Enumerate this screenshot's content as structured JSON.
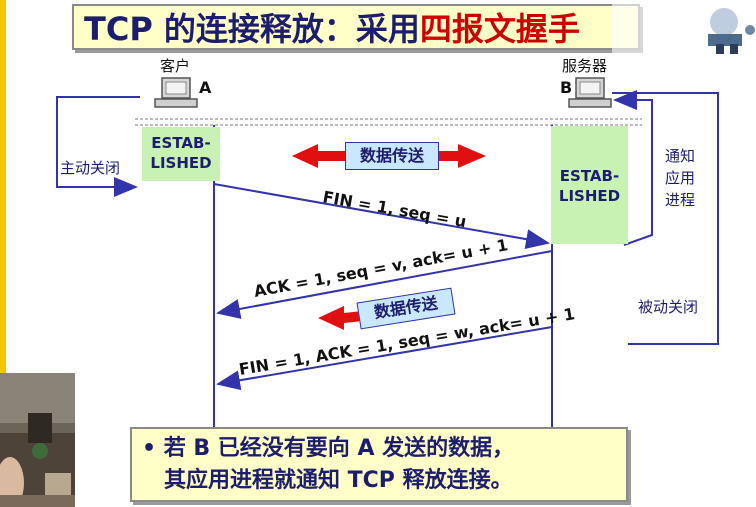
{
  "title": {
    "main": "TCP 的连接释放：采用",
    "highlight": "四报文握手"
  },
  "client": {
    "label": "客户",
    "letter": "A",
    "active_close": "主动关闭",
    "state": [
      "ESTAB-",
      "LISHED"
    ]
  },
  "server": {
    "label": "服务器",
    "letter": "B",
    "notify": [
      "通知",
      "应用",
      "进程"
    ],
    "passive_close": "被动关闭",
    "state": [
      "ESTAB-",
      "LISHED"
    ]
  },
  "data_transfer_1": "数据传送",
  "data_transfer_2": "数据传送",
  "messages": {
    "fin1": "FIN = 1, seq = u",
    "ack": "ACK = 1, seq = v, ack= u + 1",
    "fin2": "FIN = 1, ACK = 1, seq = w, ack= u + 1"
  },
  "bullet": {
    "line1": "• 若 B 已经没有要向 A 发送的数据，",
    "line2": "其应用进程就通知 TCP 释放连接。"
  },
  "colors": {
    "line": "#3333aa",
    "red_arrow": "#e01010",
    "state_bg": "#c8f2b4",
    "title_text": "#1d1d6e",
    "highlight": "#cc0000"
  }
}
